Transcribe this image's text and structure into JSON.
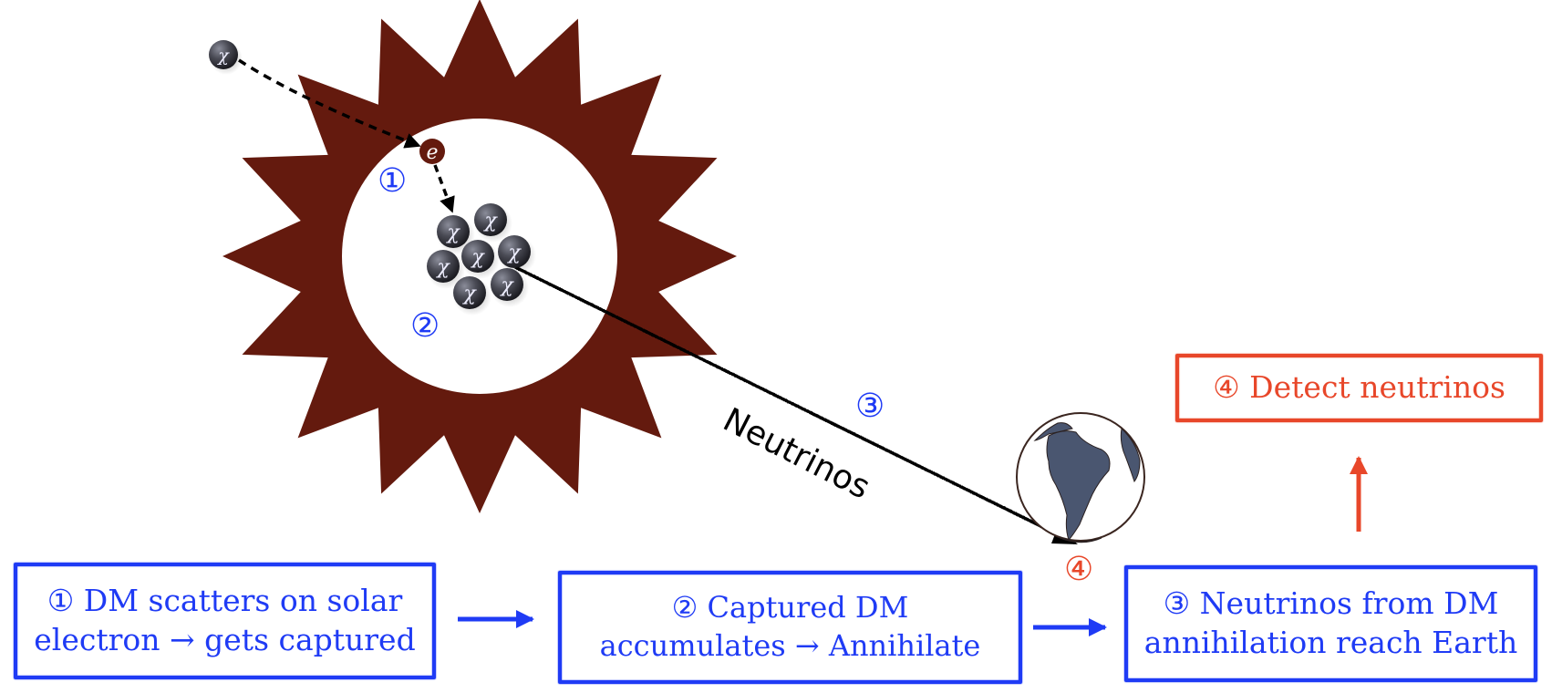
{
  "diagram": {
    "title": "Solar dark matter capture via electron scattering and neutrino detection",
    "colors": {
      "sun": "#641a0e",
      "step_blue": "#1f3bf5",
      "step_red": "#e8472a",
      "particle": "#3a3b44",
      "neutrino_line": "#000000",
      "earth_land": "#4a5670"
    },
    "particles": {
      "dark_matter_symbol": "χ",
      "electron_symbol": "e"
    },
    "markers": {
      "step1": "①",
      "step2": "②",
      "step3": "③",
      "step4": "④"
    },
    "neutrino_label": "Neutrinos",
    "steps": [
      {
        "id": "1",
        "lines": [
          "① DM scatters on solar",
          "electron → gets captured"
        ]
      },
      {
        "id": "2",
        "lines": [
          "② Captured DM",
          "accumulates → Annihilate"
        ]
      },
      {
        "id": "3",
        "lines": [
          "③ Neutrinos from DM",
          "annihilation reach Earth"
        ]
      },
      {
        "id": "4",
        "lines": [
          "④ Detect neutrinos"
        ]
      }
    ],
    "icons": {
      "sun": "sun-icon",
      "earth": "earth-globe-icon",
      "dark_matter": "dark-matter-particle-icon",
      "electron": "electron-icon",
      "arrow": "arrow-right-icon"
    }
  }
}
